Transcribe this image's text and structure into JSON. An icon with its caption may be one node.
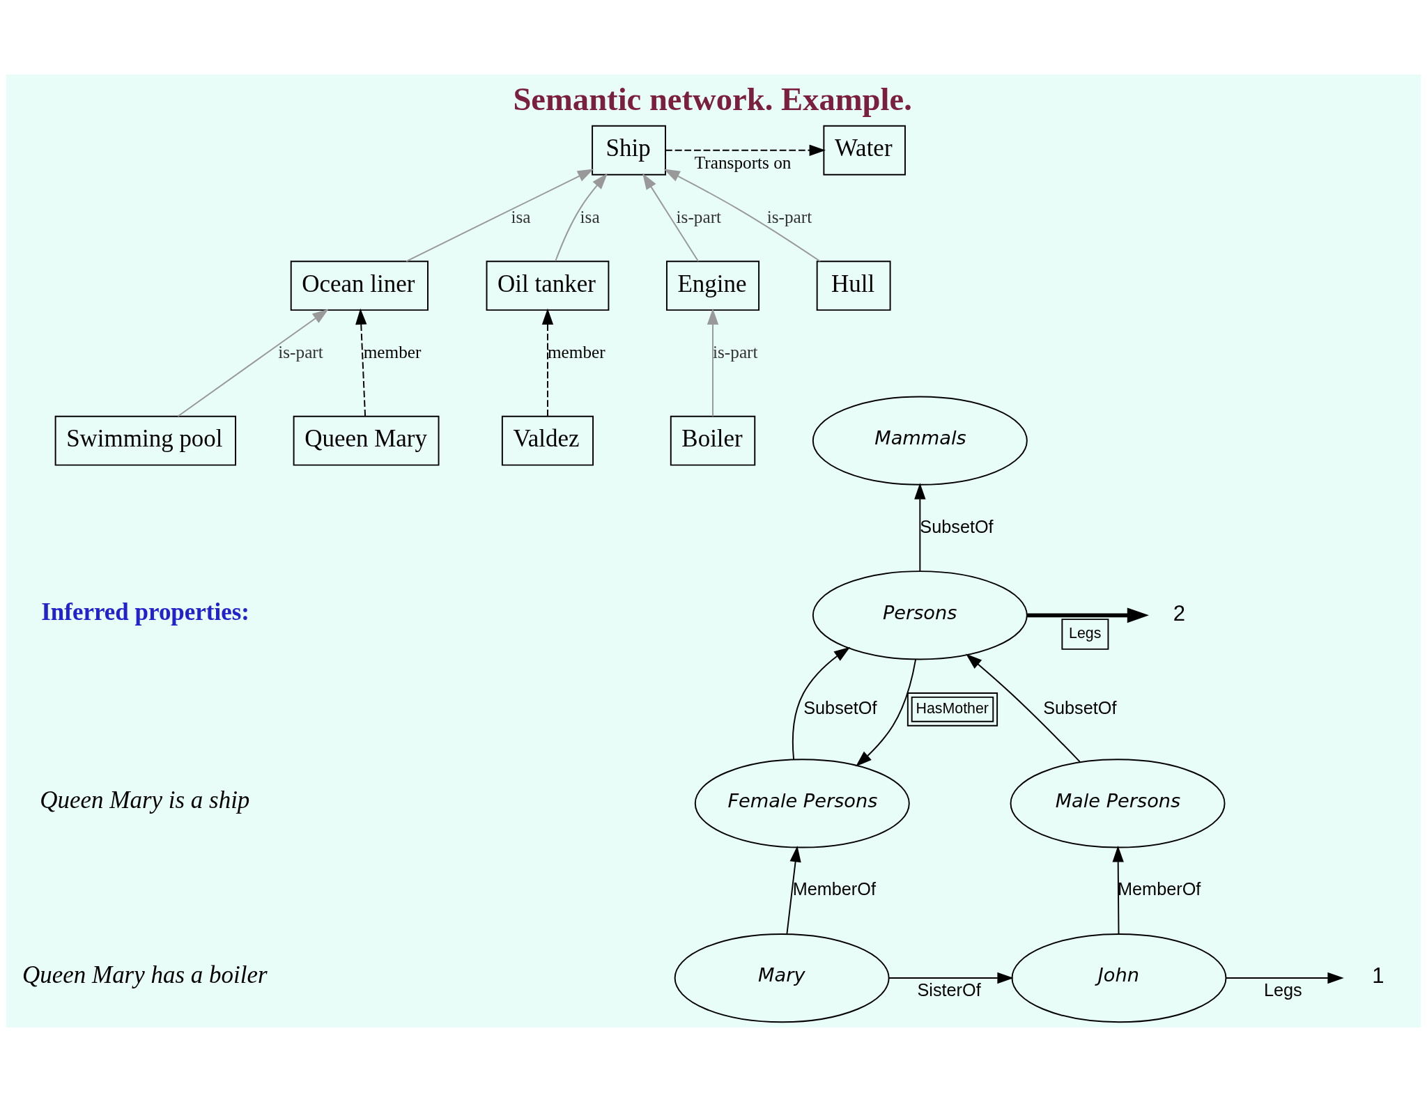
{
  "diagram": {
    "title": "Semantic network. Example.",
    "nodes": [
      {
        "text": [
          "Water"
        ]
      },
      {
        "text": [
          "Ship"
        ]
      },
      {
        "text": [
          "Ocean liner"
        ]
      },
      {
        "text": [
          "Oil tanker"
        ]
      },
      {
        "text": [
          "Engine"
        ]
      },
      {
        "text": [
          "Hull"
        ]
      },
      {
        "text": [
          "Swimming pool"
        ]
      },
      {
        "text": [
          "Queen Mary"
        ]
      },
      {
        "text": [
          "Valdez"
        ]
      },
      {
        "text": [
          "Boiler"
        ]
      },
      {
        "text": [
          "Mammals"
        ]
      },
      {
        "text": [
          "Persons"
        ]
      },
      {
        "text": [
          "Female Persons"
        ]
      },
      {
        "text": [
          "Male Persons"
        ]
      },
      {
        "text": [
          "Mary"
        ]
      },
      {
        "text": [
          "John"
        ]
      },
      {
        "text": [
          "2"
        ]
      },
      {
        "text": [
          "1"
        ]
      }
    ],
    "edges": [
      {
        "from": 1,
        "to": 0,
        "arrow": "to",
        "label": "Transports on",
        "style": "dashed"
      },
      {
        "from": 2,
        "to": 1,
        "arrow": "to",
        "label": "isa",
        "color": "#999999"
      },
      {
        "from": 3,
        "to": 1,
        "arrow": "to",
        "label": "isa",
        "color": "#999999"
      },
      {
        "from": 4,
        "to": 1,
        "arrow": "to",
        "label": "is-part",
        "color": "#999999"
      },
      {
        "from": 5,
        "to": 1,
        "arrow": "to",
        "label": "is-part",
        "color": "#999999"
      },
      {
        "from": 6,
        "to": 2,
        "arrow": "to",
        "label": "is-part",
        "color": "#999999"
      },
      {
        "from": 7,
        "to": 2,
        "arrow": "to",
        "label": "member",
        "style": "dashed"
      },
      {
        "from": 8,
        "to": 3,
        "arrow": "to",
        "label": "member",
        "style": "dashed"
      },
      {
        "from": 9,
        "to": 4,
        "arrow": "to",
        "label": "is-part",
        "color": "#999999"
      },
      {
        "from": 11,
        "to": 10,
        "arrow": "to",
        "label": "SubsetOf"
      },
      {
        "from": 11,
        "to": 12,
        "arrow": "to",
        "label": "HasMother"
      },
      {
        "from": 12,
        "to": 11,
        "arrow": "to",
        "label": "SubsetOf"
      },
      {
        "from": 13,
        "to": 11,
        "arrow": "to",
        "label": "SubsetOf"
      },
      {
        "from": 11,
        "to": 16,
        "arrow": "to",
        "label": "Legs",
        "style": "thick"
      },
      {
        "from": 14,
        "to": 12,
        "arrow": "to",
        "label": "MemberOf"
      },
      {
        "from": 15,
        "to": 13,
        "arrow": "to",
        "label": "MemberOf"
      },
      {
        "from": 14,
        "to": 15,
        "arrow": "to",
        "label": "SisterOf"
      },
      {
        "from": 15,
        "to": 17,
        "arrow": "to",
        "label": "Legs"
      }
    ],
    "labels": [
      "Inferred properties:",
      "Queen Mary is a ship",
      "Queen Mary has a boiler"
    ]
  }
}
